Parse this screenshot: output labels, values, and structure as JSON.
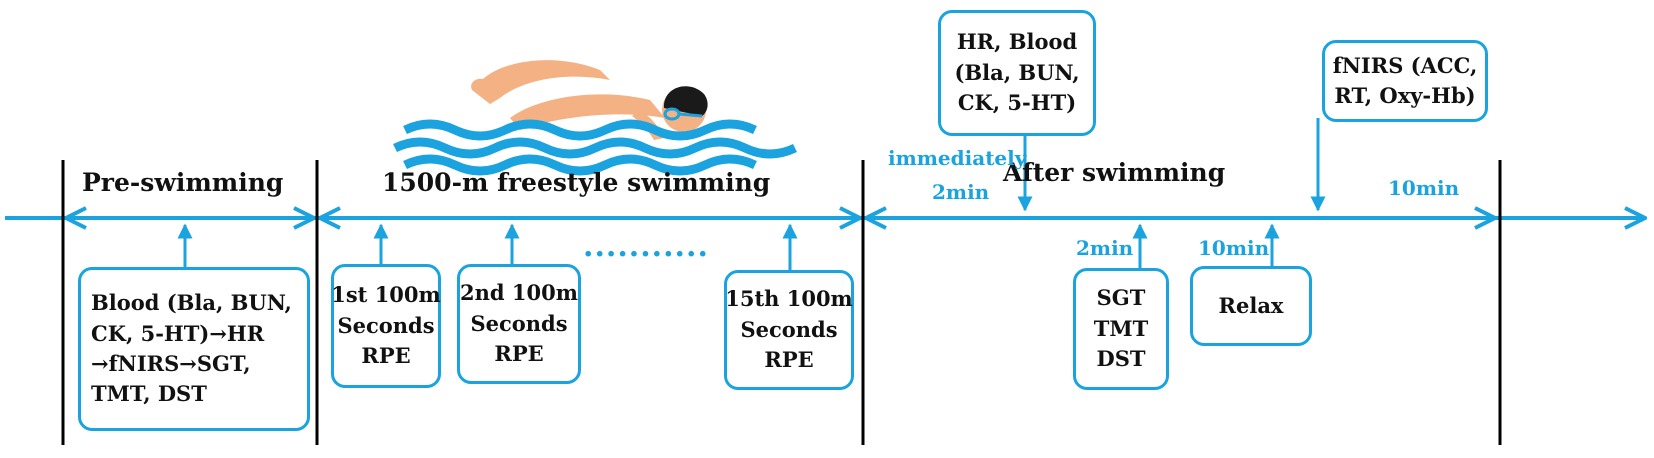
{
  "colors": {
    "accent": "#1aa3de",
    "text": "#111111",
    "divider": "#000000",
    "skin": "#f4b183",
    "water": "#1aa3de"
  },
  "icons": [
    "swimmer-icon"
  ],
  "phases": {
    "pre": "Pre-swimming",
    "swim": "1500-m freestyle swimming",
    "after": "After swimming"
  },
  "boxes": {
    "pre_measures": [
      "Blood (Bla, BUN,",
      "CK, 5-HT)→HR",
      "→fNIRS→SGT,",
      "TMT, DST"
    ],
    "lap1": [
      "1st 100m",
      "Seconds",
      "RPE"
    ],
    "lap2": [
      "2nd 100m",
      "Seconds",
      "RPE"
    ],
    "lap15": [
      "15th 100m",
      "Seconds",
      "RPE"
    ],
    "post_blood": [
      "HR, Blood",
      "(Bla, BUN,",
      "CK, 5-HT)"
    ],
    "post_fnirs": [
      "fNIRS (ACC,",
      "RT, Oxy-Hb)"
    ],
    "cognitive": [
      "SGT",
      "TMT",
      "DST"
    ],
    "relax": [
      "Relax"
    ]
  },
  "times": {
    "immediately": "immediately",
    "two_min_top": "2min",
    "two_min_bottom": "2min",
    "ten_min_bottom": "10min",
    "ten_min_top": "10min"
  },
  "ellipsis": "..........."
}
